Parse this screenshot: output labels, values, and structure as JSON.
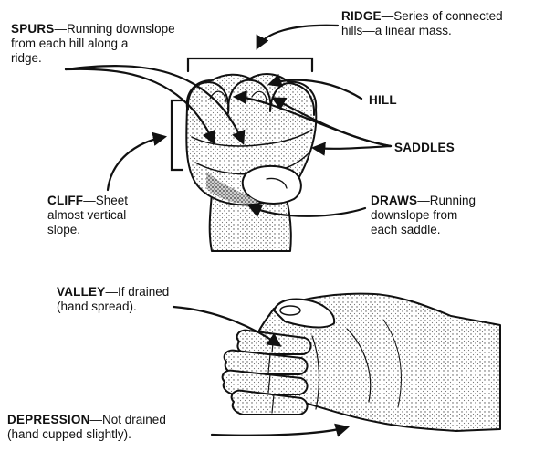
{
  "labels": {
    "spurs": {
      "term": "SPURS",
      "line1": "—Running downslope",
      "line2": "from each hill along a",
      "line3": "ridge."
    },
    "ridge": {
      "term": "RIDGE",
      "line1": "—Series of connected",
      "line2": "hills—a linear mass."
    },
    "hill": {
      "term": "HILL"
    },
    "saddles": {
      "term": "SADDLES"
    },
    "cliff": {
      "term": "CLIFF",
      "line1": "—Sheet",
      "line2": "almost vertical",
      "line3": "slope."
    },
    "draws": {
      "term": "DRAWS",
      "line1": "—Running",
      "line2": "downslope from",
      "line3": "each saddle."
    },
    "valley": {
      "term": "VALLEY",
      "line1": "—If drained",
      "line2": "(hand spread)."
    },
    "depression": {
      "term": "DEPRESSION",
      "line1": "—Not drained",
      "line2": "(hand cupped slightly)."
    }
  },
  "colors": {
    "ink": "#111111",
    "paper": "#ffffff",
    "shade": "#9a9a9a"
  }
}
